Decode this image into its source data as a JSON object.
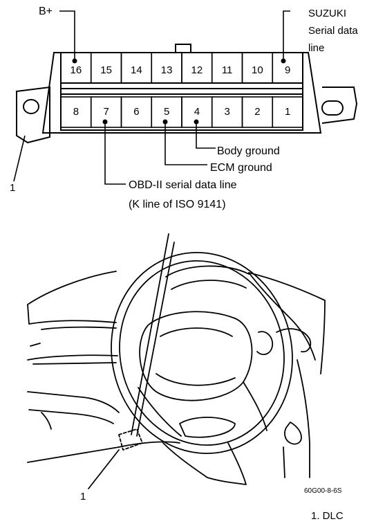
{
  "connector": {
    "top_row": [
      "16",
      "15",
      "14",
      "13",
      "12",
      "11",
      "10",
      "9"
    ],
    "bottom_row": [
      "8",
      "7",
      "6",
      "5",
      "4",
      "3",
      "2",
      "1"
    ]
  },
  "labels": {
    "b_plus": "B+",
    "suzuki_line1": "SUZUKI",
    "suzuki_line2": "Serial data",
    "suzuki_line3": "line",
    "body_ground": "Body ground",
    "ecm_ground": "ECM ground",
    "obd_line1": "OBD-II serial data line",
    "obd_line2": "(K line of ISO 9141)",
    "callout_top": "1",
    "callout_bottom": "1",
    "figure_code": "60G00-8-6S",
    "legend": "1. DLC"
  }
}
